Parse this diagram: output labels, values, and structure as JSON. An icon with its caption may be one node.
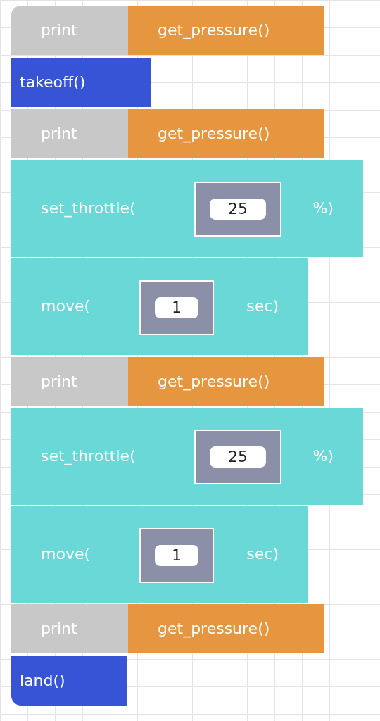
{
  "diagram": {
    "nodes": [
      {
        "text": [
          "print"
        ]
      },
      {
        "text": [
          "get_pressure()"
        ]
      },
      {
        "text": [
          "takeoff()"
        ]
      },
      {
        "text": [
          "print"
        ]
      },
      {
        "text": [
          "get_pressure()"
        ]
      },
      {
        "text": [
          "set_throttle(",
          "%)"
        ]
      },
      {
        "text": [
          "25"
        ],
        "in": 5
      },
      {
        "text": [
          "move(",
          "sec)"
        ]
      },
      {
        "text": [
          "1"
        ],
        "in": 7
      },
      {
        "text": [
          "print"
        ]
      },
      {
        "text": [
          "get_pressure()"
        ]
      },
      {
        "text": [
          "set_throttle(",
          "%)"
        ]
      },
      {
        "text": [
          "25"
        ],
        "in": 11
      },
      {
        "text": [
          "move(",
          "sec)"
        ]
      },
      {
        "text": [
          "1"
        ],
        "in": 13
      },
      {
        "text": [
          "print"
        ]
      },
      {
        "text": [
          "get_pressure()"
        ]
      },
      {
        "text": [
          "land()"
        ]
      }
    ],
    "edges": []
  }
}
